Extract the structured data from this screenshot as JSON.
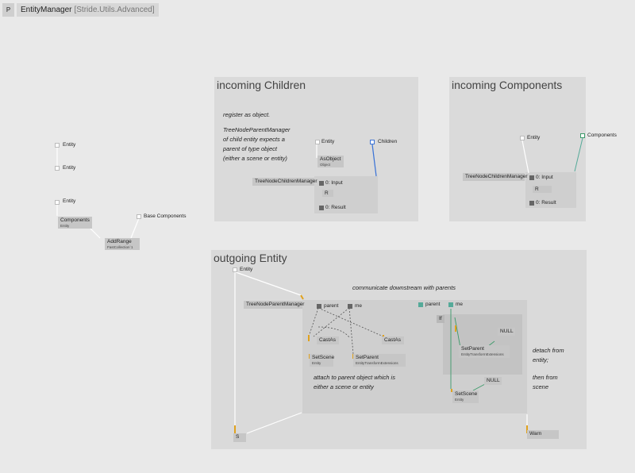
{
  "header": {
    "p_label": "P",
    "name": "EntityManager",
    "category": "[Stride.Utils.Advanced]"
  },
  "left": {
    "pins": [
      "Entity",
      "Entity",
      "Entity",
      "Base Components"
    ],
    "components_node": {
      "title": "Components",
      "sub": "Entity"
    },
    "addrange_node": {
      "title": "AddRange",
      "sub": "FastCollection`1"
    }
  },
  "incoming_children": {
    "title": "incoming Children",
    "note": [
      "register as object.",
      "",
      "TreeNodeParentManager",
      "of child entity expects a",
      "parent of type object",
      "(either a scene or entity)"
    ],
    "entity_pin": "Entity",
    "children_pin": "Children",
    "asobject": {
      "title": "AsObject",
      "sub": "Object"
    },
    "manager": "TreeNodeChildrenManager",
    "input": "0:  Input",
    "r": "R",
    "result": "0:  Result"
  },
  "incoming_components": {
    "title": "incoming Components",
    "entity_pin": "Entity",
    "components_pin": "Components",
    "manager": "TreeNodeChildrenManager",
    "input": "0:  Input",
    "r": "R",
    "result": "0:  Result"
  },
  "outgoing_entity": {
    "title": "outgoing Entity",
    "entity_pin": "Entity",
    "note_top": "communicate downstream with parents",
    "manager": "TreeNodeParentManager",
    "parent": "parent",
    "me": "me",
    "parent2": "parent",
    "me2": "me",
    "castas": "CastAs",
    "setscene": {
      "title": "SetScene",
      "sub": "Entity"
    },
    "setparent": {
      "title": "SetParent",
      "sub": "EntityTransformExtensions"
    },
    "if_label": "If",
    "null1": "NULL",
    "null2": "NULL",
    "note_attach": [
      "attach to parent object which is",
      "either a scene or entity"
    ],
    "note_detach": [
      "detach from",
      "entity;",
      "",
      "then from",
      "scene"
    ],
    "s_node": "S",
    "warn_node": "Warn"
  },
  "colors": {
    "pin_blue": "#3b73d6",
    "pin_green": "#3c9a6a",
    "link_orange": "#e0a21e"
  }
}
